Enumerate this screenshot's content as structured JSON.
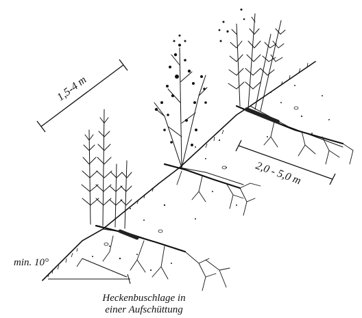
{
  "labels": {
    "spacing_plants": "1,5-4 m",
    "spacing_layers": "2,0 - 5,0 m",
    "min_angle": "min. 10°"
  },
  "caption": {
    "line1": "Heckenbuschlage in",
    "line2": "einer Aufschüttung"
  }
}
